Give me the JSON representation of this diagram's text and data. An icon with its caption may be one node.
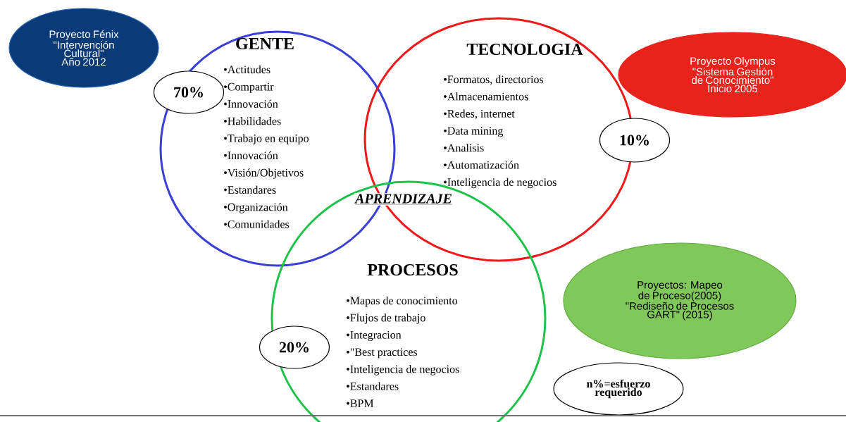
{
  "diagram": {
    "nodes": [
      {
        "text": [
          "Proyecto Fénix \"Intervención Cultural\" Año 2012"
        ]
      },
      {
        "text": [
          "GENTE",
          "•Actitudes",
          "•Compartir",
          "•Innovación",
          "•Habilidades",
          "•Trabajo en equipo",
          "•Innovación",
          "•Visión/Objetivos",
          "•Estandares",
          "•Organización",
          "•Comunidades"
        ]
      },
      {
        "text": [
          "TECNOLOGIA",
          "•Formatos, directorios",
          "•Almacenamientos",
          "•Redes, internet",
          "•Data mining",
          "•Analisis",
          "•Automatización",
          "•Inteligencia de negocios"
        ]
      },
      {
        "text": [
          "Proyecto Olympus \"Sistema Gestión de Conocimiento\" Inicio 2005"
        ]
      },
      {
        "text": [
          "70%"
        ]
      },
      {
        "text": [
          "10%"
        ]
      },
      {
        "text": [
          "PROCESOS",
          "•Mapas de conocimiento",
          "•Flujos de trabajo",
          "•Integracion",
          "•\"Best practices",
          "•Inteligencia de negocios",
          "•Estandares",
          "•BPM"
        ]
      },
      {
        "text": [
          "Proyectos: Mapeo de Proceso(2005) \"Rediseño de Procesos GART\" (2015)"
        ]
      },
      {
        "text": [
          "20%"
        ]
      },
      {
        "text": [
          "n%=esfuerzo requerido"
        ]
      }
    ],
    "labels": [
      "APRENDIZAJE"
    ]
  }
}
